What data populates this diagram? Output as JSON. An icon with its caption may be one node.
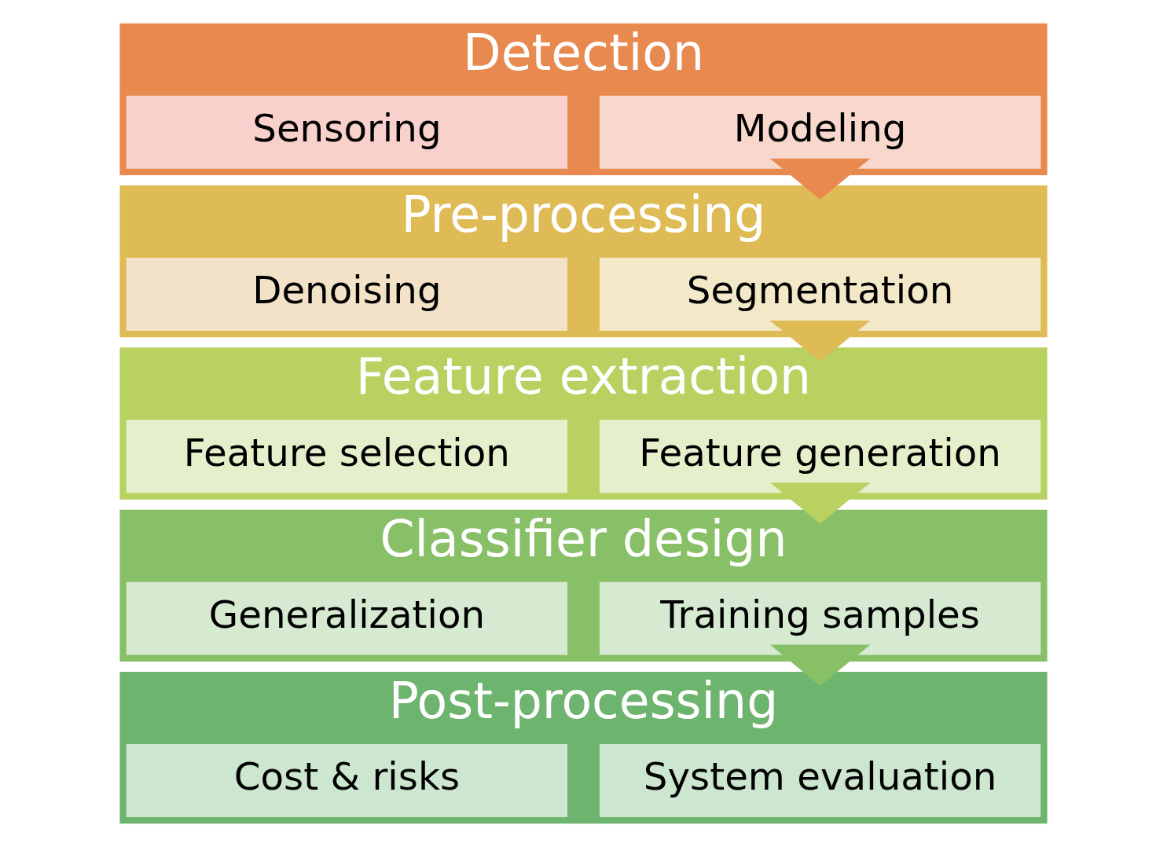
{
  "diagram": {
    "nodes": [
      {
        "text": [
          "Detection"
        ]
      },
      {
        "text": [
          "Modeling"
        ],
        "in": 0
      },
      {
        "text": [
          "Sensoring"
        ],
        "in": 0
      },
      {
        "text": [
          "Pre-processing"
        ]
      },
      {
        "text": [
          "Segmentation"
        ],
        "in": 3
      },
      {
        "text": [
          "Denoising"
        ],
        "in": 3
      },
      {
        "text": [
          "Feature extraction"
        ]
      },
      {
        "text": [
          "Feature generation"
        ],
        "in": 6
      },
      {
        "text": [
          "Feature selection"
        ],
        "in": 6
      },
      {
        "text": [
          "Classifier design"
        ]
      },
      {
        "text": [
          "Training samples"
        ],
        "in": 9
      },
      {
        "text": [
          "Generalization"
        ],
        "in": 9
      },
      {
        "text": [
          "Post-processing"
        ]
      },
      {
        "text": [
          "System evaluation"
        ],
        "in": 12
      },
      {
        "text": [
          "Cost & risks"
        ],
        "in": 12
      }
    ],
    "edges": [
      {
        "from": 0,
        "to": 3,
        "arrow": "to",
        "style": "thick",
        "color": "#e8894f"
      },
      {
        "from": 3,
        "to": 6,
        "arrow": "to",
        "style": "thick",
        "color": "#dfbb55"
      },
      {
        "from": 6,
        "to": 9,
        "arrow": "to",
        "style": "thick",
        "color": "#b8d160"
      },
      {
        "from": 9,
        "to": 12,
        "arrow": "to",
        "style": "thick",
        "color": "#88c068"
      }
    ]
  }
}
